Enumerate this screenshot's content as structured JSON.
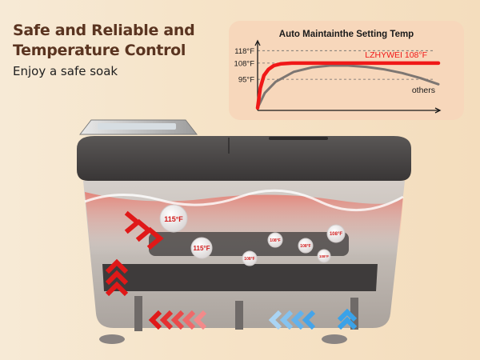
{
  "headline": {
    "line1": "Safe and Reliable and",
    "line2": "Temperature Control"
  },
  "subhead": "Enjoy a safe soak",
  "colors": {
    "headline": "#5a3420",
    "brand_line": "#f01818",
    "others_line": "#7d7672",
    "card_bg": "#f7d7bb",
    "device_lid": "#4a4747",
    "hot_arrows": "#e01818",
    "cool_arrows": "#3aa2e8"
  },
  "chart_data": {
    "type": "line",
    "title": "Auto Maintainthe Setting Temp",
    "xlabel": "",
    "ylabel": "",
    "yticks": [
      "118°F",
      "108°F",
      "95°F"
    ],
    "ytick_values": [
      118,
      108,
      95
    ],
    "ylim": [
      70,
      124
    ],
    "xlim": [
      0,
      10
    ],
    "grid": true,
    "series": [
      {
        "name": "LZHYWEI 108°F",
        "x": [
          0,
          0.15,
          0.35,
          0.6,
          0.9,
          1.3,
          1.9,
          10
        ],
        "y": [
          72,
          88,
          98,
          103,
          106,
          107.5,
          108,
          108
        ]
      },
      {
        "name": "others",
        "x": [
          0,
          0.4,
          1,
          2,
          3,
          4,
          5,
          6,
          7,
          8,
          9,
          10
        ],
        "y": [
          72,
          84,
          93,
          101,
          104.5,
          106,
          106,
          105,
          103,
          100,
          96,
          91
        ]
      }
    ]
  },
  "product": {
    "temp_bubbles": [
      "115°F",
      "115°F",
      "108°F",
      "108°F",
      "108°F",
      "108°F",
      "108°F"
    ]
  }
}
